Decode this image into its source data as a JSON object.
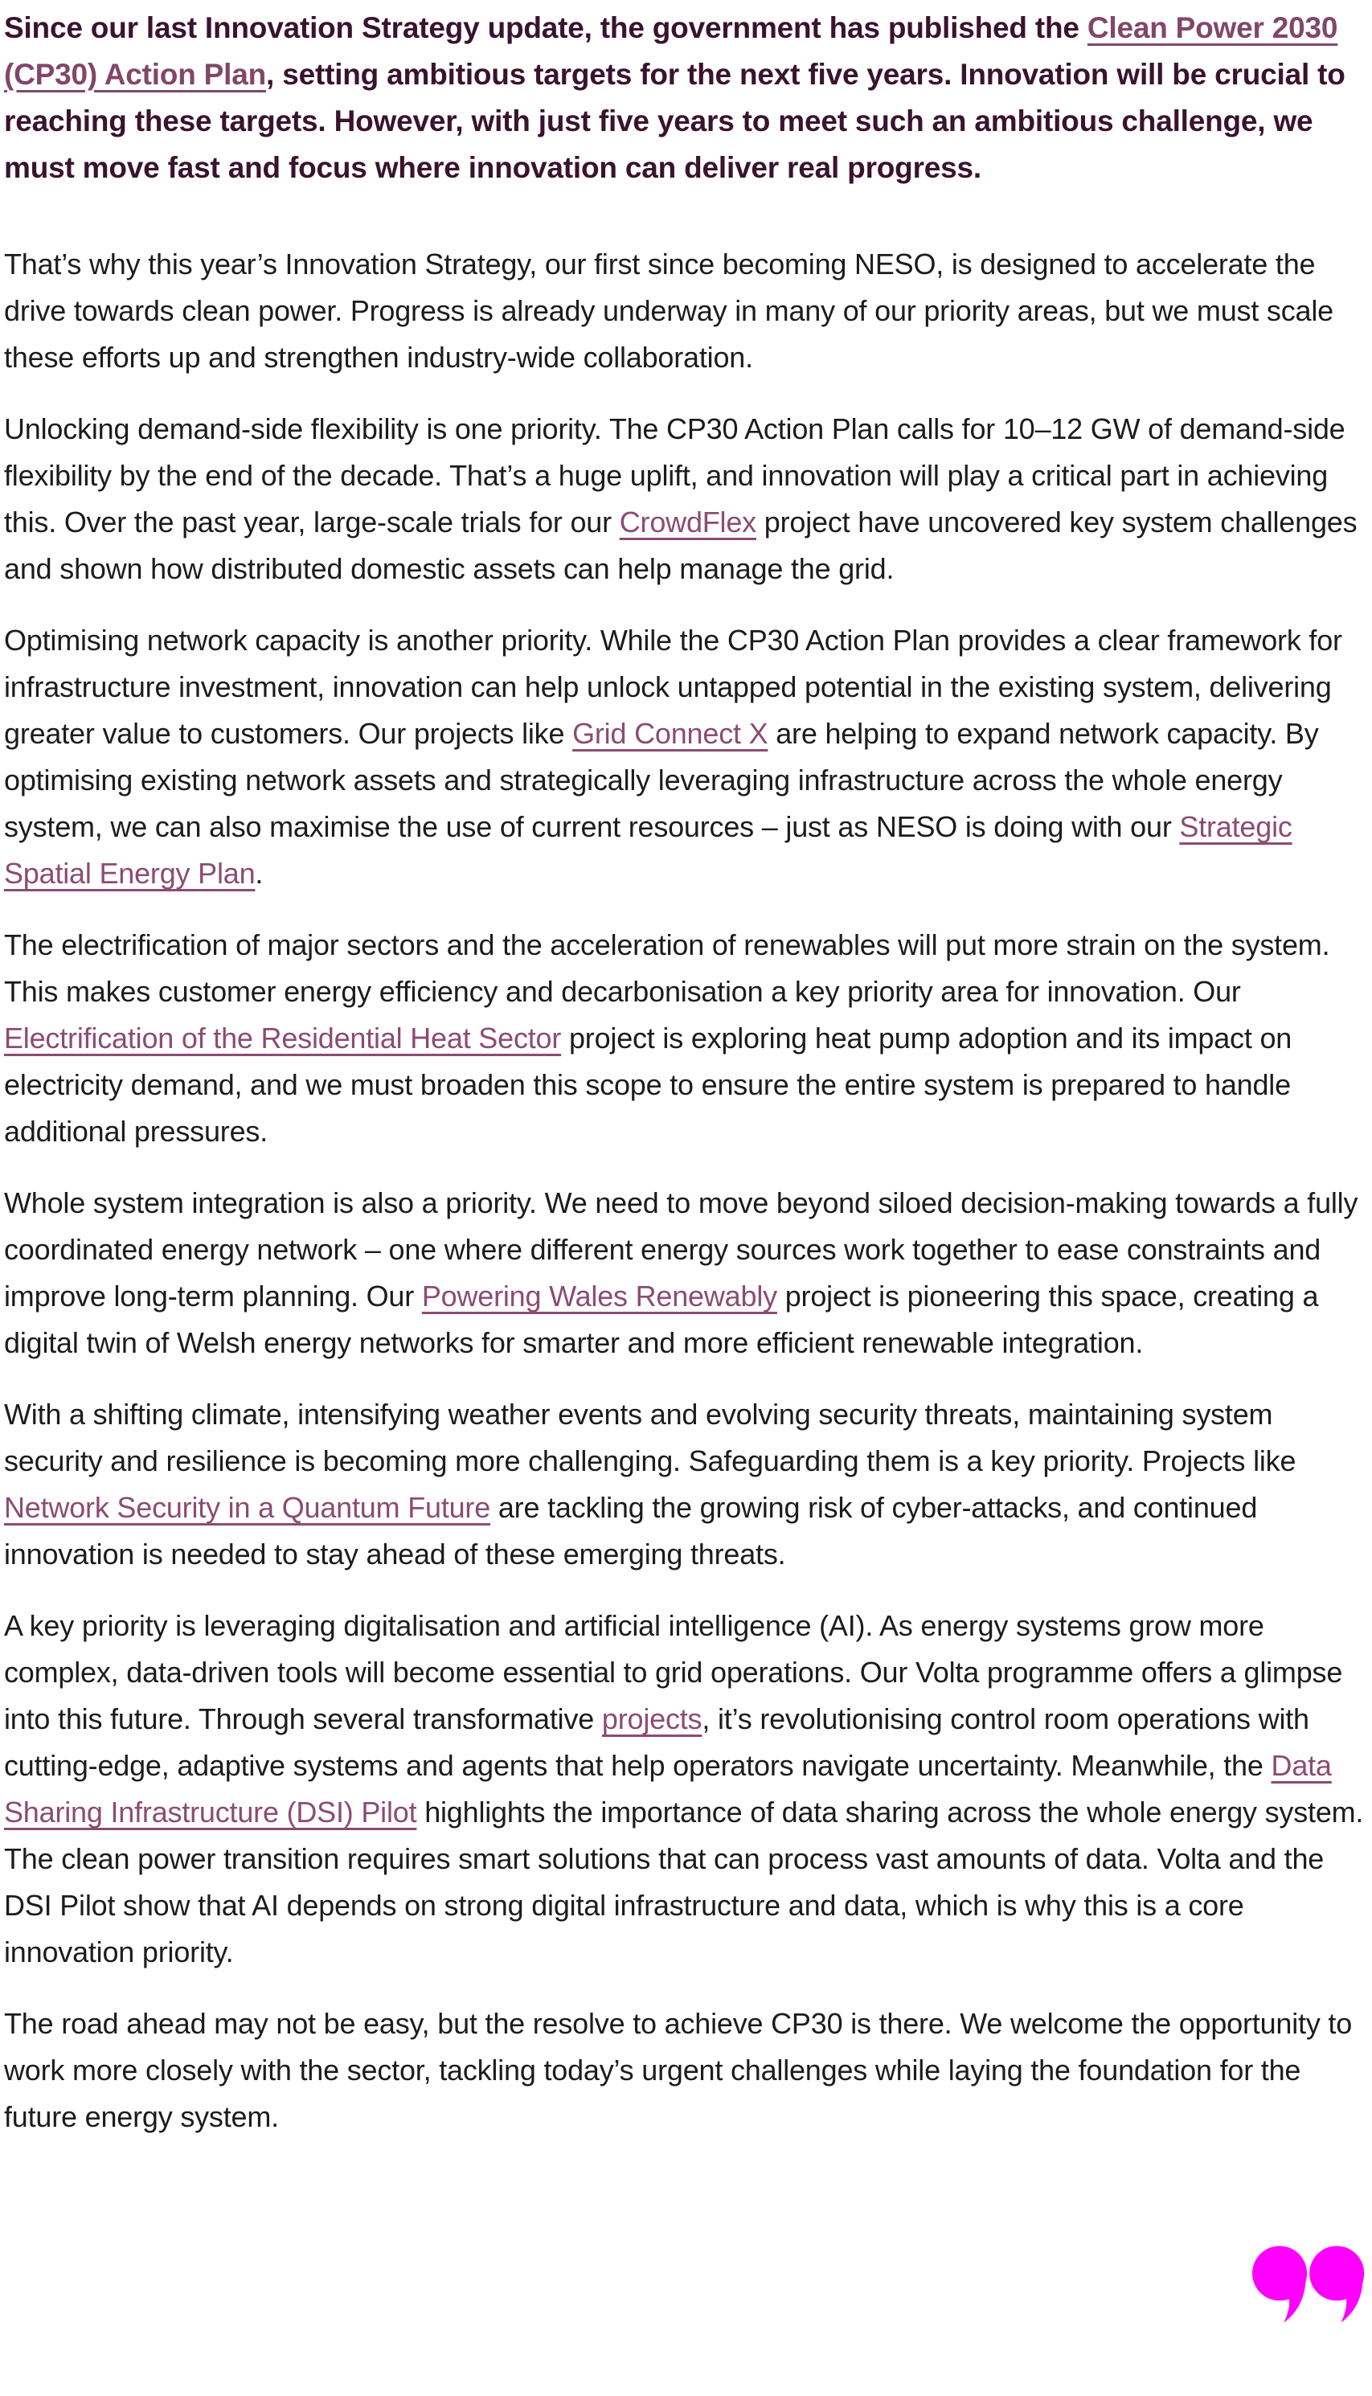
{
  "colors": {
    "intro_text": "#3A132F",
    "intro_link": "#82466A",
    "body_text": "#1C1C1C",
    "body_link": "#8C4B74",
    "quote_icon": "#FF00FF"
  },
  "icons": {
    "quote": {
      "name": "double-quote-icon",
      "shape": "two filled magenta circles with comma tails (closing quotation marks)",
      "color": "#FF00FF"
    }
  },
  "intro": {
    "segments": [
      {
        "text": "Since our last Innovation Strategy update, the government has published the "
      },
      {
        "text": "Clean Power 2030 (CP30) Action Plan",
        "link": true,
        "name": "clean-power-2030-action-plan-link"
      },
      {
        "text": ", setting ambitious targets for the next five years. Innovation will be crucial to reaching these targets. However, with just five years to meet such an ambitious challenge, we must move fast and focus where innovation can deliver real progress."
      }
    ]
  },
  "paragraphs": [
    {
      "segments": [
        {
          "text": "That’s why this year’s Innovation Strategy, our first since becoming NESO, is designed to accelerate the drive towards clean power. Progress is already underway in many of our priority areas, but we must scale these efforts up and strengthen industry-wide collaboration."
        }
      ]
    },
    {
      "segments": [
        {
          "text": "Unlocking demand-side flexibility is one priority. The CP30 Action Plan calls for 10–12 GW of demand-side flexibility by the end of the decade. That’s a huge uplift, and innovation will play a critical part in achieving this. Over the past year, large-scale trials for our "
        },
        {
          "text": "CrowdFlex",
          "link": true,
          "name": "crowdflex-link"
        },
        {
          "text": " project have uncovered key system challenges and shown how distributed domestic assets can help manage the grid."
        }
      ]
    },
    {
      "segments": [
        {
          "text": "Optimising network capacity is another priority. While the CP30 Action Plan provides a clear framework for infrastructure investment, innovation can help unlock untapped potential in the existing system, delivering greater value to customers. Our projects like "
        },
        {
          "text": "Grid Connect X",
          "link": true,
          "name": "grid-connect-x-link"
        },
        {
          "text": " are helping to expand network capacity. By optimising existing network assets and strategically leveraging infrastructure across the whole energy system, we can also maximise the use of current resources – just as NESO is doing with our "
        },
        {
          "text": "Strategic Spatial Energy Plan",
          "link": true,
          "name": "strategic-spatial-energy-plan-link"
        },
        {
          "text": "."
        }
      ]
    },
    {
      "segments": [
        {
          "text": "The electrification of major sectors and the acceleration of renewables will put more strain on the system. This makes customer energy efficiency and decarbonisation a key priority area for innovation. Our "
        },
        {
          "text": "Electrification of the Residential Heat Sector",
          "link": true,
          "name": "electrification-residential-heat-sector-link"
        },
        {
          "text": " project is exploring heat pump adoption and its impact on electricity demand, and we must broaden this scope to ensure the entire system is prepared to handle additional pressures."
        }
      ]
    },
    {
      "segments": [
        {
          "text": "Whole system integration is also a priority. We need to move beyond siloed decision-making towards a fully coordinated energy network – one where different energy sources work together to ease constraints and improve long-term planning. Our "
        },
        {
          "text": "Powering Wales Renewably",
          "link": true,
          "name": "powering-wales-renewably-link"
        },
        {
          "text": " project is pioneering this space, creating a digital twin of Welsh energy networks for smarter and more efficient renewable integration."
        }
      ]
    },
    {
      "segments": [
        {
          "text": "With a shifting climate, intensifying weather events and evolving security threats, maintaining system security and resilience is becoming more challenging. Safeguarding them is a key priority. Projects like "
        },
        {
          "text": "Network Security in a Quantum Future",
          "link": true,
          "name": "network-security-quantum-future-link"
        },
        {
          "text": " are tackling the growing risk of cyber-attacks, and continued innovation is needed to stay ahead of these emerging threats."
        }
      ]
    },
    {
      "segments": [
        {
          "text": "A key priority is leveraging digitalisation and artificial intelligence (AI). As energy systems grow more complex, data-driven tools will become essential to grid operations. Our Volta programme offers a glimpse into this future. Through several transformative "
        },
        {
          "text": "projects",
          "link": true,
          "name": "volta-projects-link"
        },
        {
          "text": ", it’s revolutionising control room operations with cutting-edge, adaptive systems and agents that help operators navigate uncertainty. Meanwhile, the "
        },
        {
          "text": "Data Sharing Infrastructure (DSI) Pilot",
          "link": true,
          "name": "data-sharing-infrastructure-pilot-link"
        },
        {
          "text": " highlights the importance of data sharing across the whole energy system. The clean power transition requires smart solutions that can process vast amounts of data. Volta and the DSI Pilot show that AI depends on strong digital infrastructure and data, which is why this is a core innovation priority."
        }
      ]
    },
    {
      "segments": [
        {
          "text": "The road ahead may not be easy, but the resolve to achieve CP30 is there. We welcome the opportunity to work more closely with the sector, tackling today’s urgent challenges while laying the foundation for the future energy system."
        }
      ]
    }
  ]
}
